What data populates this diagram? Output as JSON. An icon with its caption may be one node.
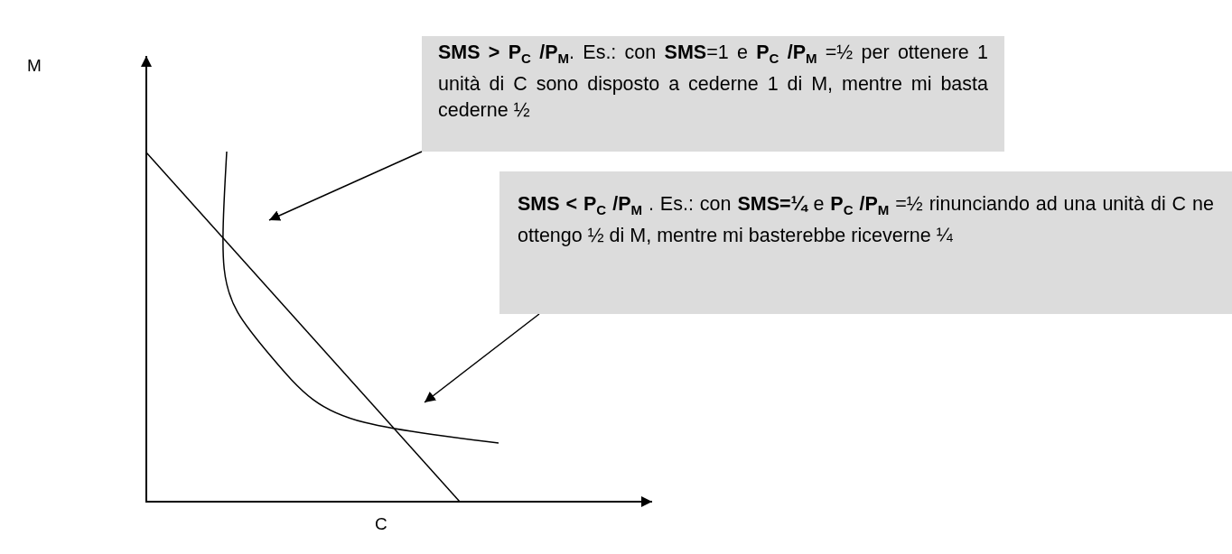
{
  "diagram": {
    "nodes": [
      {
        "text": [
          "**SMS > P**$_{C}$ **/P**$_{M}$. Es.: con **SMS**=1 e **P**$_{C}$ **/P**$_{M}$ =½ per ottenere 1 unità di C sono disposto a cederne 1 di M, mentre mi basta cederne ½"
        ]
      },
      {
        "text": [
          "**SMS < P**$_{C}$ **/P**$_{M}$ . Es.: con **SMS=¼** e **P**$_{C}$ **/P**$_{M}$ =½ rinunciando ad una unità di C ne ottengo ½ di M, mentre mi basterebbe riceverne ¼"
        ]
      }
    ],
    "edges": [
      {
        "from": 0,
        "to": null,
        "arrow": "to"
      },
      {
        "from": 1,
        "to": null,
        "arrow": "to"
      }
    ],
    "labels": [
      "M",
      "C"
    ]
  }
}
